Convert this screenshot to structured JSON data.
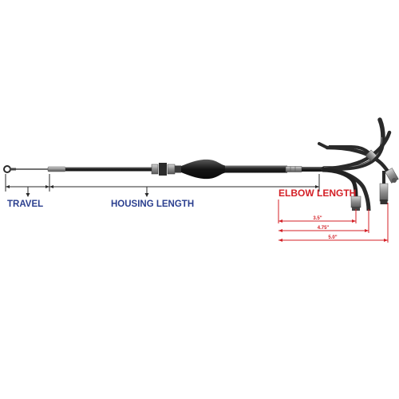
{
  "labels": {
    "travel": "TRAVEL",
    "housing_length": "HOUSING LENGTH",
    "elbow_length": "ELBOW LENGTH"
  },
  "elbow_dimensions": {
    "short": "3.5\"",
    "medium": "4.75\"",
    "long": "5.0\""
  },
  "colors": {
    "travel_label": "#2b3f8f",
    "housing_label": "#2b3f8f",
    "elbow_label": "#d42027",
    "dimension_line": "#d42027",
    "cable": "#2a2a2a"
  }
}
